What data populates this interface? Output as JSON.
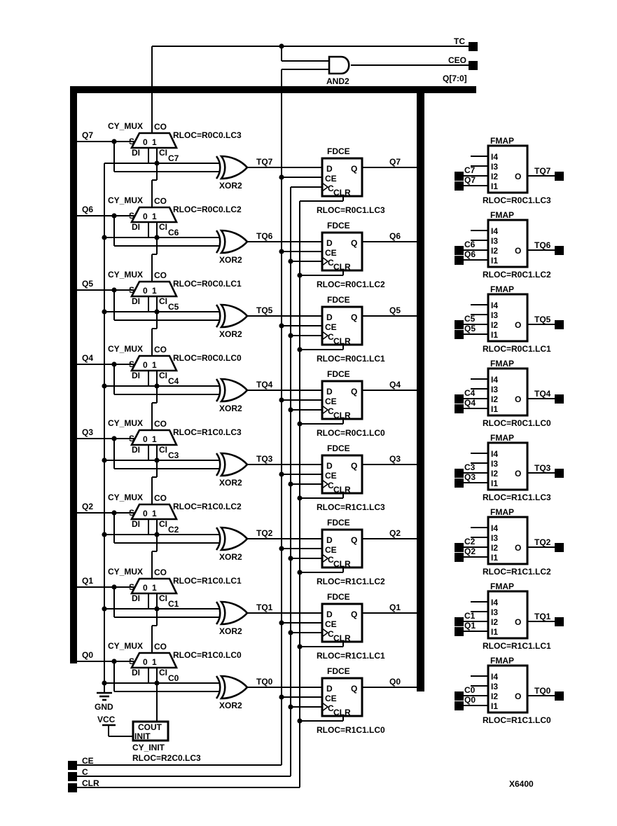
{
  "drawing": {
    "part_number": "X6400"
  },
  "top": {
    "tc": "TC",
    "ceo": "CEO",
    "and_gate": "AND2",
    "bus": "Q[7:0]"
  },
  "symbols": {
    "mux": {
      "type": "CY_MUX",
      "co": "CO",
      "s": "S",
      "in0": "0",
      "in1": "1",
      "di": "DI",
      "ci": "CI"
    },
    "xor": {
      "type": "XOR2"
    },
    "ff": {
      "type": "FDCE",
      "d": "D",
      "ce": "CE",
      "c": "C",
      "clr": "CLR",
      "q": "Q"
    },
    "fmap": {
      "type": "FMAP",
      "i4": "I4",
      "i3": "I3",
      "i2": "I2",
      "i1": "I1",
      "o": "O"
    }
  },
  "rows": [
    {
      "q": "Q7",
      "c": "C7",
      "tq": "TQ7",
      "mux_rloc": "RLOC=R0C0.LC3",
      "ff_rloc": "RLOC=R0C1.LC3",
      "fmap_rloc": "RLOC=R0C1.LC3"
    },
    {
      "q": "Q6",
      "c": "C6",
      "tq": "TQ6",
      "mux_rloc": "RLOC=R0C0.LC2",
      "ff_rloc": "RLOC=R0C1.LC2",
      "fmap_rloc": "RLOC=R0C1.LC2"
    },
    {
      "q": "Q5",
      "c": "C5",
      "tq": "TQ5",
      "mux_rloc": "RLOC=R0C0.LC1",
      "ff_rloc": "RLOC=R0C1.LC1",
      "fmap_rloc": "RLOC=R0C1.LC1"
    },
    {
      "q": "Q4",
      "c": "C4",
      "tq": "TQ4",
      "mux_rloc": "RLOC=R0C0.LC0",
      "ff_rloc": "RLOC=R0C1.LC0",
      "fmap_rloc": "RLOC=R0C1.LC0"
    },
    {
      "q": "Q3",
      "c": "C3",
      "tq": "TQ3",
      "mux_rloc": "RLOC=R1C0.LC3",
      "ff_rloc": "RLOC=R1C1.LC3",
      "fmap_rloc": "RLOC=R1C1.LC3"
    },
    {
      "q": "Q2",
      "c": "C2",
      "tq": "TQ2",
      "mux_rloc": "RLOC=R1C0.LC2",
      "ff_rloc": "RLOC=R1C1.LC2",
      "fmap_rloc": "RLOC=R1C1.LC2"
    },
    {
      "q": "Q1",
      "c": "C1",
      "tq": "TQ1",
      "mux_rloc": "RLOC=R1C0.LC1",
      "ff_rloc": "RLOC=R1C1.LC1",
      "fmap_rloc": "RLOC=R1C1.LC1"
    },
    {
      "q": "Q0",
      "c": "C0",
      "tq": "TQ0",
      "mux_rloc": "RLOC=R1C0.LC0",
      "ff_rloc": "RLOC=R1C1.LC0",
      "fmap_rloc": "RLOC=R1C1.LC0"
    }
  ],
  "bottom": {
    "gnd": "GND",
    "vcc": "VCC",
    "cout": "COUT",
    "init": "INIT",
    "block": "CY_INIT",
    "rloc": "RLOC=R2C0.LC3",
    "ce": "CE",
    "c": "C",
    "clr": "CLR"
  },
  "colors": {
    "ink": "#000000",
    "paper": "#ffffff"
  }
}
